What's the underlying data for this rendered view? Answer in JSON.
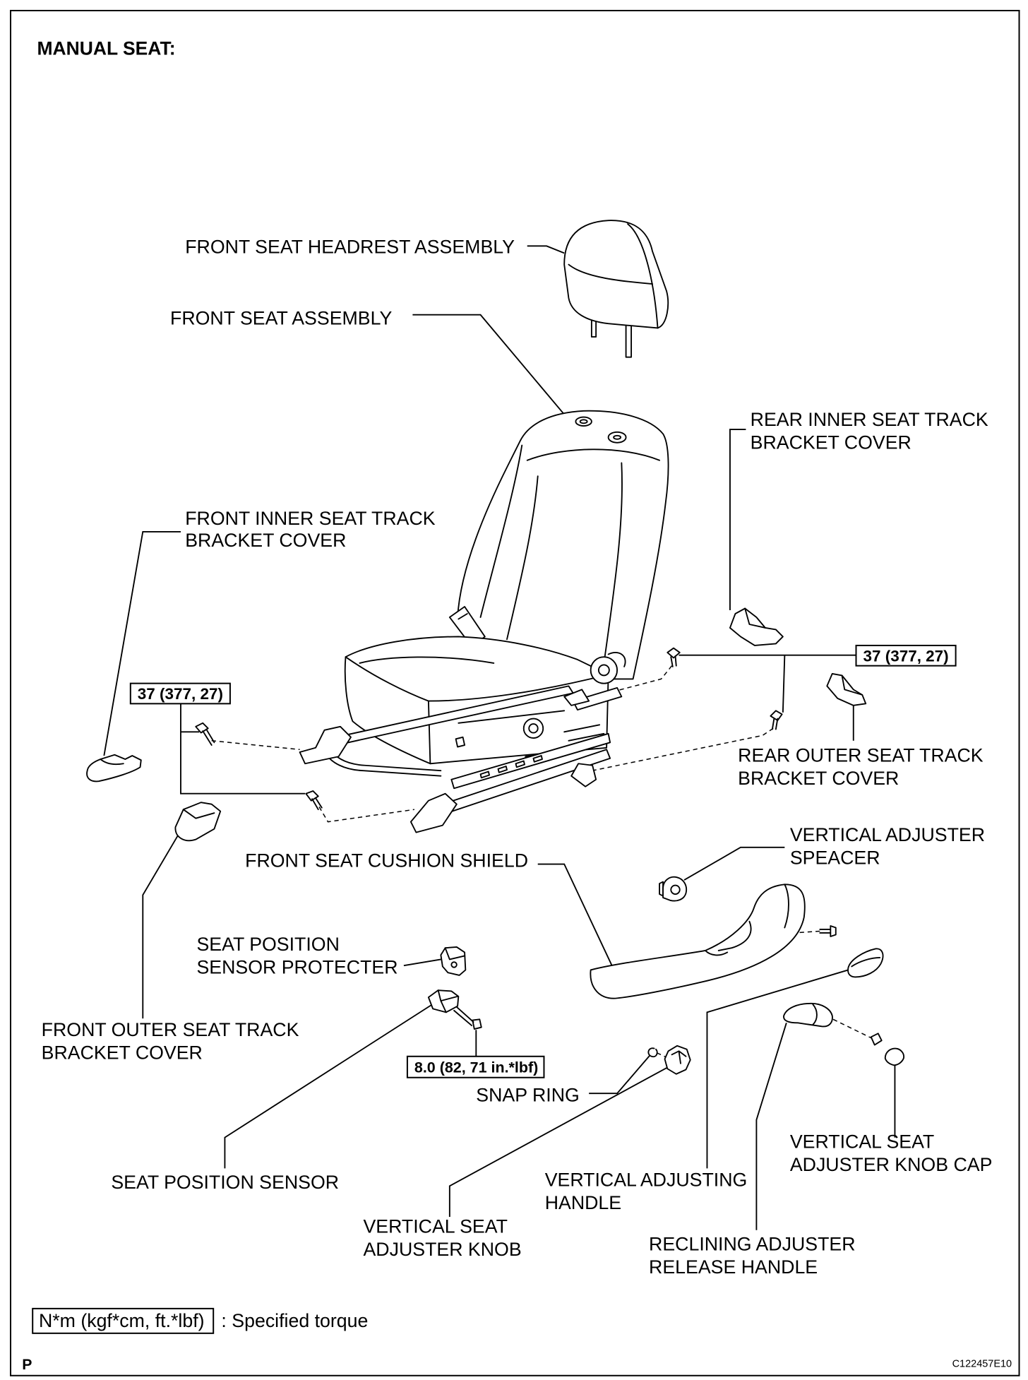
{
  "title": "MANUAL SEAT:",
  "labels": {
    "headrest": "FRONT SEAT HEADREST ASSEMBLY",
    "seat_assembly": "FRONT SEAT ASSEMBLY",
    "rear_inner_cover": [
      "REAR INNER SEAT TRACK",
      "BRACKET COVER"
    ],
    "front_inner_cover": [
      "FRONT INNER SEAT TRACK",
      "BRACKET COVER"
    ],
    "rear_outer_cover": [
      "REAR OUTER SEAT TRACK",
      "BRACKET COVER"
    ],
    "vertical_adjuster_spacer": [
      "VERTICAL ADJUSTER",
      "SPEACER"
    ],
    "cushion_shield": "FRONT SEAT CUSHION SHIELD",
    "sensor_protecter": [
      "SEAT POSITION",
      "SENSOR PROTECTER"
    ],
    "front_outer_cover": [
      "FRONT OUTER SEAT TRACK",
      "BRACKET COVER"
    ],
    "snap_ring": "SNAP RING",
    "knob_cap": [
      "VERTICAL SEAT",
      "ADJUSTER KNOB CAP"
    ],
    "seat_position_sensor": "SEAT POSITION SENSOR",
    "vertical_adjusting_handle": [
      "VERTICAL ADJUSTING",
      "HANDLE"
    ],
    "adjuster_knob": [
      "VERTICAL SEAT",
      "ADJUSTER KNOB"
    ],
    "reclining_release_handle": [
      "RECLINING ADJUSTER",
      "RELEASE HANDLE"
    ]
  },
  "torque": {
    "rear_track_bolts": "37 (377, 27)",
    "front_track_bolts": "37 (377, 27)",
    "sensor_bolt": "8.0 (82, 71 in.*lbf)"
  },
  "legend": {
    "unit_box": "N*m (kgf*cm, ft.*lbf)",
    "description": ": Specified torque"
  },
  "footer": {
    "page_mark": "P",
    "figure_code": "C122457E10"
  }
}
